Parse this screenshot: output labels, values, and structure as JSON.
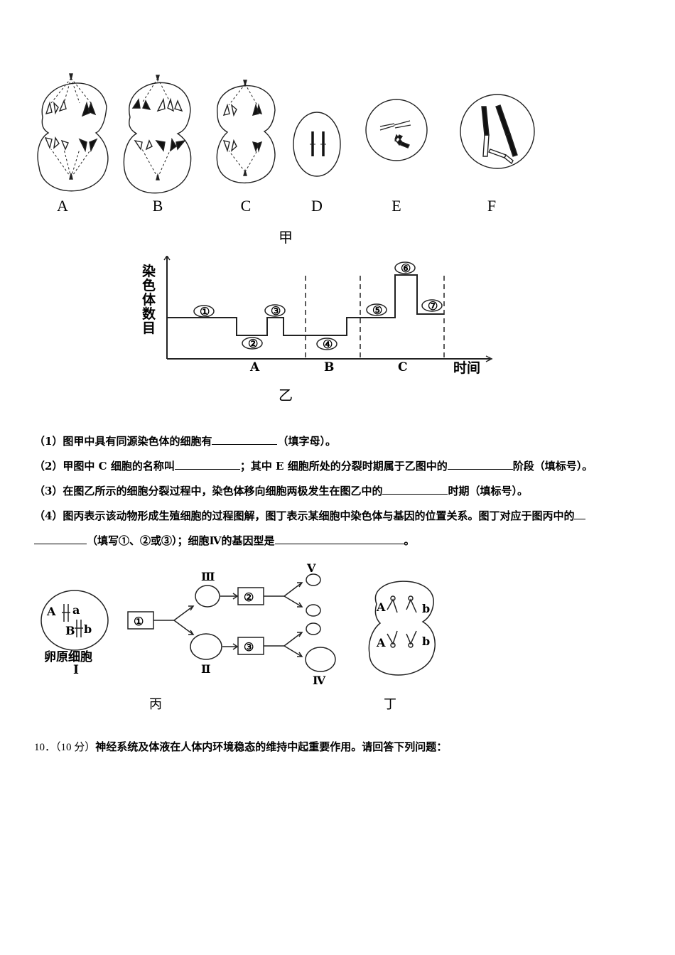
{
  "figure_jia": {
    "cells": [
      "A",
      "B",
      "C",
      "D",
      "E",
      "F"
    ],
    "caption": "甲"
  },
  "figure_yi": {
    "y_label": [
      "染",
      "色",
      "体",
      "数",
      "目"
    ],
    "x_label": "时间",
    "phases": [
      "A",
      "B",
      "C"
    ],
    "segments": [
      "①",
      "②",
      "③",
      "④",
      "⑤",
      "⑥",
      "⑦"
    ],
    "caption": "乙"
  },
  "figure_bing": {
    "genes": [
      "A",
      "a",
      "B",
      "b"
    ],
    "cell_label_line1": "卵原细胞",
    "cell_label_line2": "I",
    "steps": [
      "①",
      "②",
      "③"
    ],
    "cells": [
      "Ⅲ",
      "Ⅱ",
      "Ⅴ",
      "Ⅳ"
    ],
    "caption": "丙"
  },
  "figure_ding": {
    "genes": [
      "A",
      "b",
      "A",
      "b"
    ],
    "caption": "丁"
  },
  "questions": {
    "q1_a": "（1）图甲中具有同源染色体的细胞有",
    "q1_b": "（填字母）。",
    "q2_a": "（2）甲图中 C 细胞的名称叫",
    "q2_b": "；其中 E 细胞所处的分裂时期属于乙图中的",
    "q2_c": "阶段（填标号）。",
    "q3_a": "（3）在图乙所示的细胞分裂过程中，染色体移向细胞两极发生在图乙中的",
    "q3_b": "时期（填标号）。",
    "q4_a": "（4）图丙表示该动物形成生殖细胞的过程图解，图丁表示某细胞中染色体与基因的位置关系。图丁对应于图丙中的",
    "q4_b": "（填写①、②或③）；细胞Ⅳ的基因型是",
    "q4_c": "。",
    "q10_num": "10．（10 分）",
    "q10_text": "神经系统及体液在人体内环境稳态的维持中起重要作用。请回答下列问题："
  }
}
